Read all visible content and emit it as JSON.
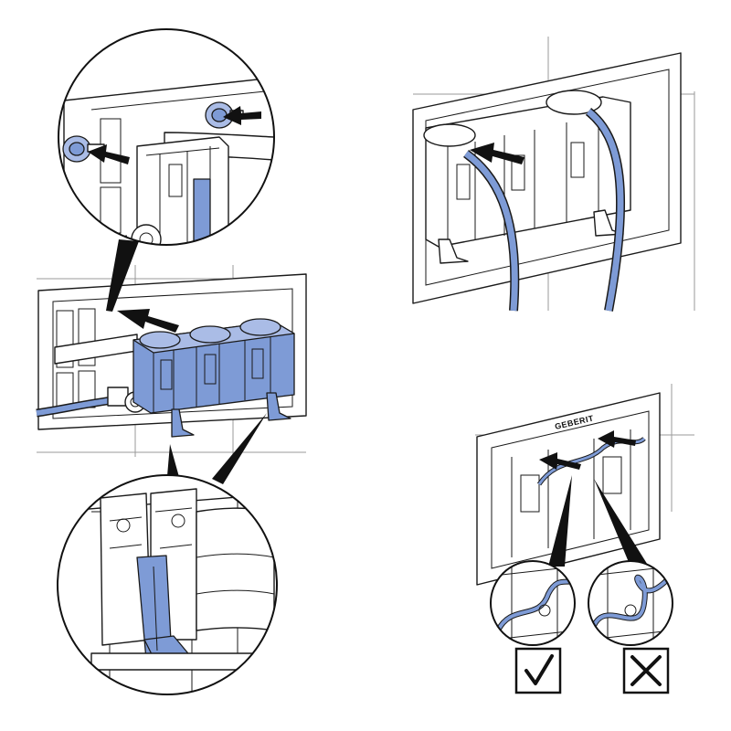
{
  "brand": {
    "logo_text": "GEBERIT"
  },
  "colors": {
    "part_fill": "#7e9bd6",
    "part_light": "#aabce6",
    "hose": "#7e9bd6",
    "outline": "#1a1a1a",
    "background": "#ffffff"
  },
  "steps": [
    {
      "id": "step-1",
      "description_icon": "actuator-module-insertion"
    },
    {
      "id": "step-2",
      "description_icon": "hose-connection"
    },
    {
      "id": "step-3",
      "description_icon": "hose-routing-check"
    }
  ],
  "marks": {
    "correct": "correct-check-icon",
    "incorrect": "incorrect-cross-icon"
  }
}
